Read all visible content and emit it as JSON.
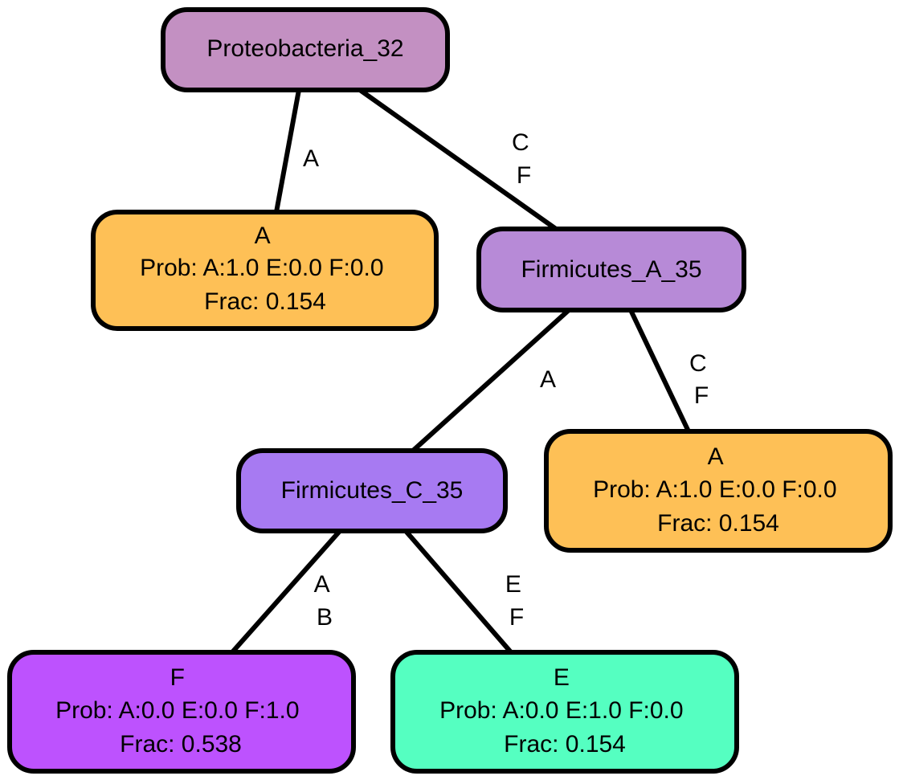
{
  "nodes": {
    "root": {
      "label": "Proteobacteria_32",
      "color": "#c390c2"
    },
    "leaf_a1": {
      "lines": [
        "A",
        "Prob: A:1.0 E:0.0 F:0.0",
        "Frac: 0.154"
      ],
      "color": "#fec056"
    },
    "firmicutes_a": {
      "label": "Firmicutes_A_35",
      "color": "#b78ad7"
    },
    "firmicutes_c": {
      "label": "Firmicutes_C_35",
      "color": "#a77af2"
    },
    "leaf_a2": {
      "lines": [
        "A",
        "Prob: A:1.0 E:0.0 F:0.0",
        "Frac: 0.154"
      ],
      "color": "#fec056"
    },
    "leaf_f": {
      "lines": [
        "F",
        "Prob: A:0.0 E:0.0 F:1.0",
        "Frac: 0.538"
      ],
      "color": "#bd52fe"
    },
    "leaf_e": {
      "lines": [
        "E",
        "Prob: A:0.0 E:1.0 F:0.0",
        "Frac: 0.154"
      ],
      "color": "#55ffc1"
    }
  },
  "edges": {
    "root_to_leaf_a1": [
      "A"
    ],
    "root_to_firmicutes_a": [
      "C",
      "F"
    ],
    "firmicutes_a_to_firmicutes_c": [
      "A"
    ],
    "firmicutes_a_to_leaf_a2": [
      "C",
      "F"
    ],
    "firmicutes_c_to_leaf_f": [
      "A",
      "B"
    ],
    "firmicutes_c_to_leaf_e": [
      "E",
      "F"
    ]
  }
}
